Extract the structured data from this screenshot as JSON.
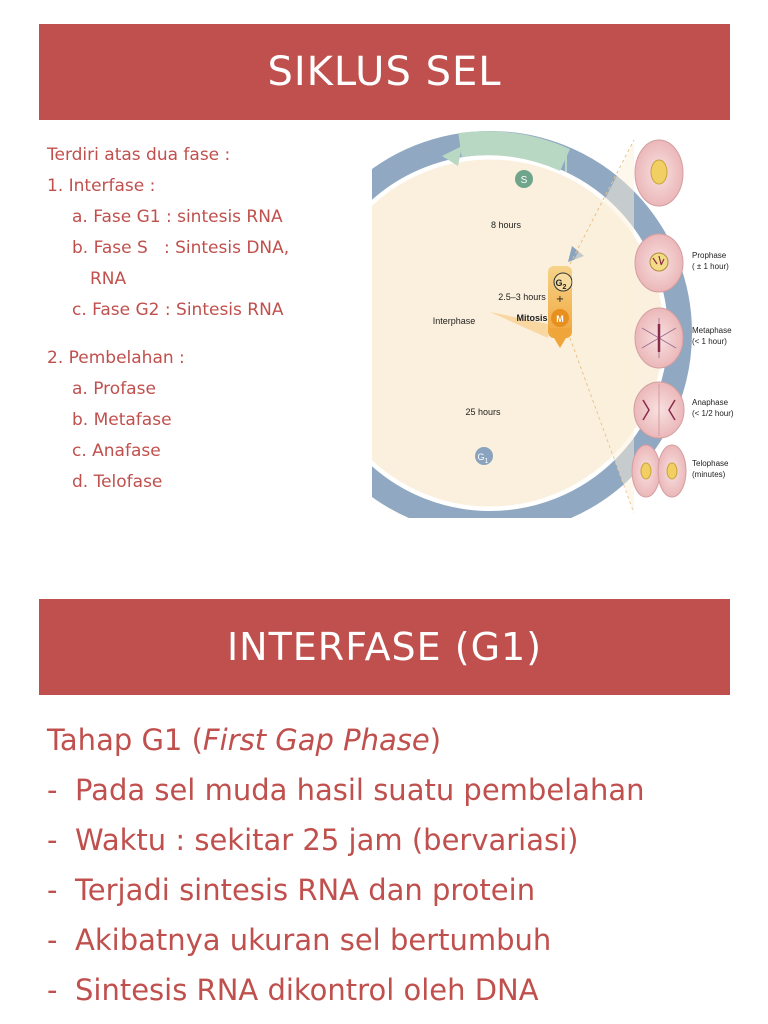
{
  "slide1": {
    "title": "SIKLUS SEL",
    "intro": "Terdiri atas dua fase :",
    "item1": "1. Interfase :",
    "item1a": "a. Fase G1 : sintesis RNA",
    "item1b_line1": "b. Fase S   : Sintesis DNA,",
    "item1b_line2": "RNA",
    "item1c": "c. Fase G2 : Sintesis RNA",
    "item2": "2. Pembelahan :",
    "item2a": "a. Profase",
    "item2b": "b. Metafase",
    "item2c": "c. Anafase",
    "item2d": "d. Telofase"
  },
  "diagram": {
    "label_s": "S",
    "label_g2_main": "G",
    "label_g2_sub": "2",
    "label_m": "M",
    "label_g1_main": "G",
    "label_g1_sub": "1",
    "label_8h": "8 hours",
    "label_25_3h": "2.5–3 hours",
    "label_interphase": "Interphase",
    "label_mitosis": "Mitosis",
    "label_25h": "25 hours",
    "prophase": "Prophase",
    "prophase_time": "( ± 1 hour)",
    "metaphase": "Metaphase",
    "metaphase_time": "(< 1 hour)",
    "anaphase": "Anaphase",
    "anaphase_time": "(< 1/2 hour)",
    "telophase": "Telophase",
    "telophase_time": "(minutes)",
    "colors": {
      "ring_blue": "#8aa3be",
      "ring_green": "#b9d8c4",
      "ring_orange": "#f2b64f",
      "cell_pink": "#f1c8c9",
      "interphase_fill": "#fbf0dd"
    }
  },
  "slide2": {
    "title": "INTERFASE (G1)",
    "heading_prefix": "Tahap G1 (",
    "heading_italic": "First Gap Phase",
    "heading_suffix": ")",
    "bullets": [
      "Pada sel muda hasil suatu pembelahan",
      "Waktu : sekitar 25 jam (bervariasi)",
      "Terjadi sintesis RNA dan protein",
      "Akibatnya ukuran sel bertumbuh",
      "Sintesis RNA dikontrol oleh DNA"
    ],
    "dash": "-"
  }
}
